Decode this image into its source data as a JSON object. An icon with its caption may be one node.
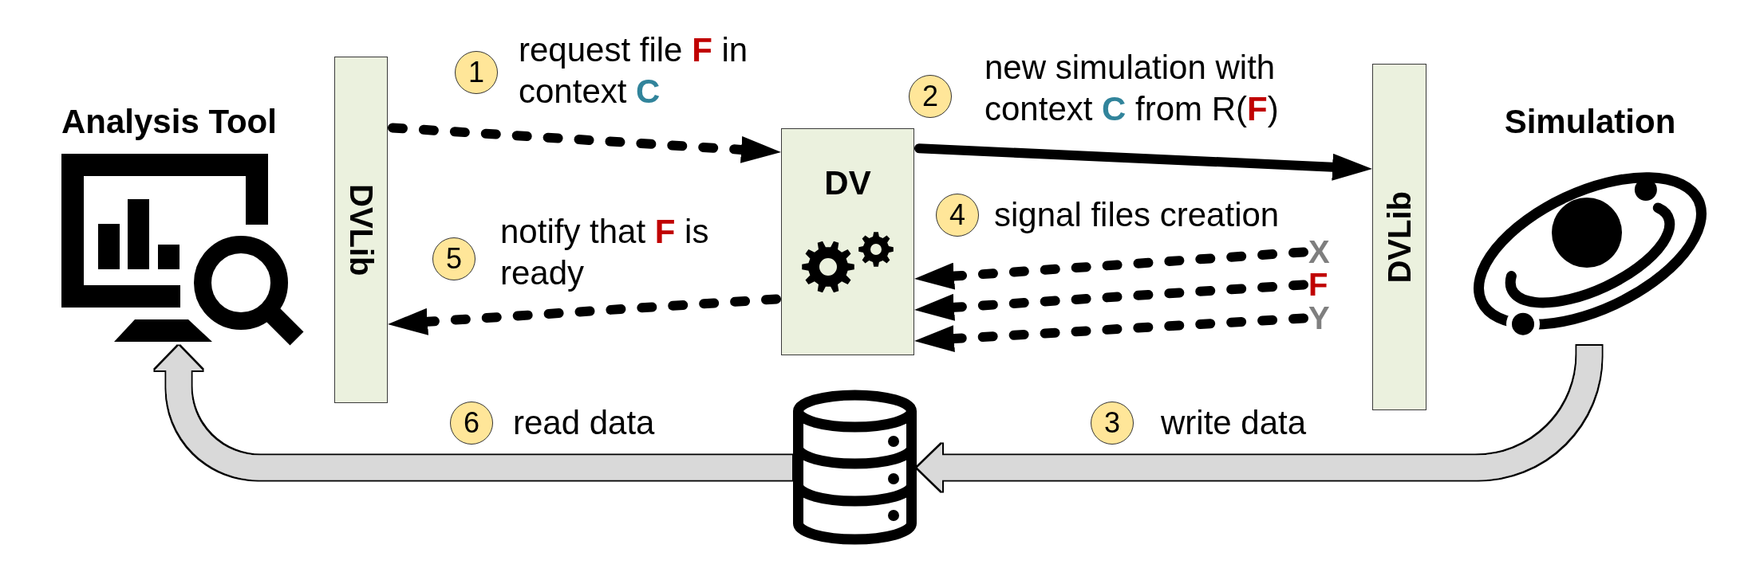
{
  "diagram": {
    "nodes": [
      {
        "text": [
          "Analysis Tool"
        ]
      },
      {
        "text": [
          "DVLib"
        ]
      },
      {
        "text": [
          "DV"
        ]
      },
      {
        "text": [
          "DVLib"
        ]
      },
      {
        "text": [
          "Simulation"
        ]
      },
      {
        "text": [
          "X"
        ]
      },
      {
        "text": [
          "F"
        ]
      },
      {
        "text": [
          "Y"
        ]
      },
      {
        "text": [],
        "shape": "cylinder"
      }
    ],
    "edges": [
      {
        "from": 1,
        "to": 2,
        "arrow": "to",
        "style": "dashed",
        "label": "request file **F** in context **C**"
      },
      {
        "from": 2,
        "to": 3,
        "arrow": "to",
        "label": "new simulation with context **C** from R(**F**)"
      },
      {
        "from": 4,
        "to": 8,
        "arrow": "to",
        "style": "thick",
        "color": "#d9d9d9",
        "label": "write data"
      },
      {
        "from": 5,
        "to": 2,
        "arrow": "to",
        "style": "dashed"
      },
      {
        "from": 6,
        "to": 2,
        "arrow": "to",
        "style": "dashed"
      },
      {
        "from": 7,
        "to": 2,
        "arrow": "to",
        "style": "dashed"
      },
      {
        "from": 2,
        "to": 1,
        "arrow": "to",
        "style": "dashed",
        "label": "notify that **F** is ready"
      },
      {
        "from": 8,
        "to": 0,
        "arrow": "to",
        "style": "thick",
        "color": "#d9d9d9",
        "label": "read data"
      }
    ],
    "labels": [
      "1",
      "2",
      "4",
      "signal files creation",
      "5",
      "6",
      "3"
    ]
  }
}
